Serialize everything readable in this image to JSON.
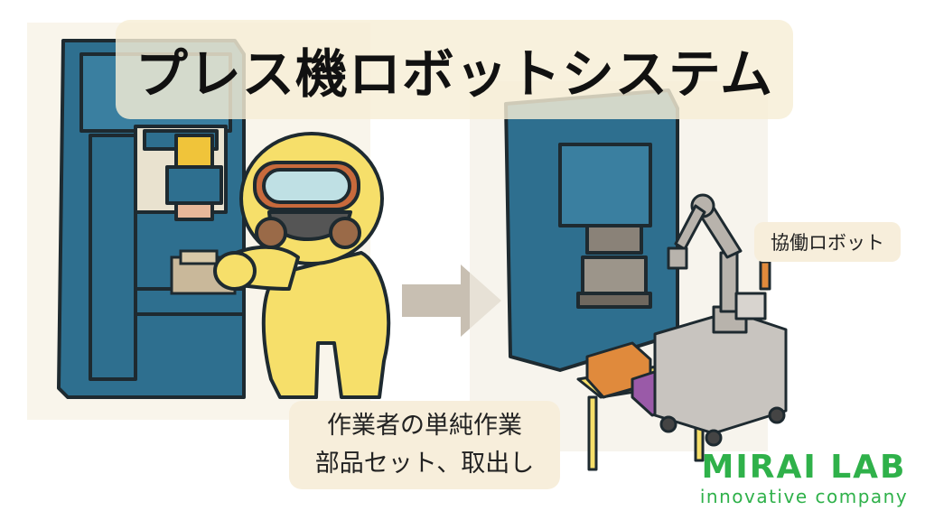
{
  "title": "プレス機ロボットシステム",
  "robot_label": "協働ロボット",
  "caption": {
    "line1": "作業者の単純作業",
    "line2": "部品セット、取出し"
  },
  "logo": {
    "name": "MIRAI LAB",
    "tagline": "innovative company"
  },
  "colors": {
    "press_blue": "#2e6f8f",
    "worker_yellow": "#f6df6a",
    "logo_green": "#2fb14a",
    "label_bg": "#f7eedb",
    "arrow_gray": "#c8bfb2"
  },
  "icons": [
    "press-machine-icon",
    "worker-hazmat-icon",
    "arrow-right-icon",
    "collaborative-robot-icon",
    "parts-bin-icon"
  ]
}
